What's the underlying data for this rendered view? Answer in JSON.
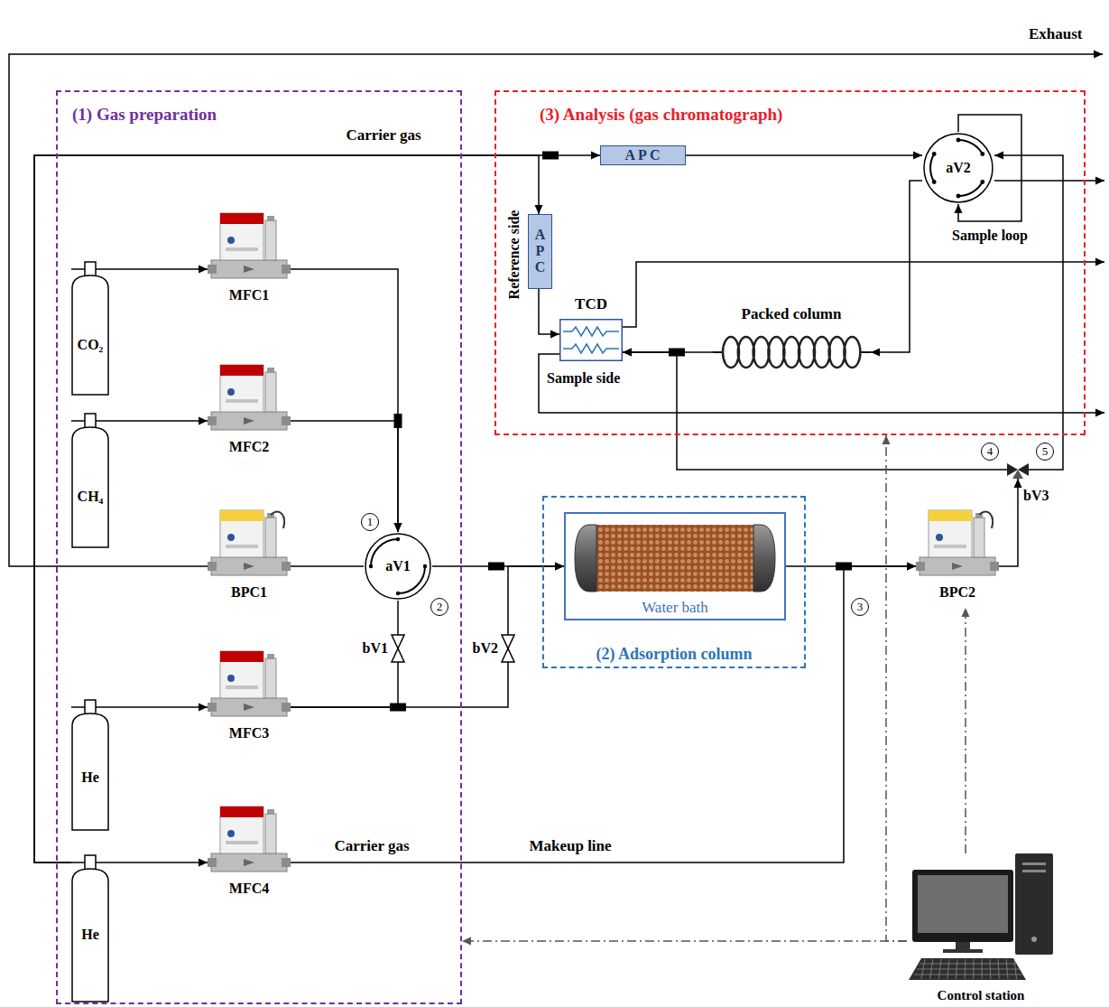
{
  "diagram": {
    "nodes": [
      {
        "text": [
          "(1) Gas preparation"
        ]
      },
      {
        "text": [
          "CO₂"
        ],
        "in": 0
      },
      {
        "text": [
          "MFC1"
        ],
        "in": 0
      },
      {
        "text": [
          "CH₄"
        ],
        "in": 0
      },
      {
        "text": [
          "MFC2"
        ],
        "in": 0
      },
      {
        "text": [
          "BPC1"
        ],
        "in": 0
      },
      {
        "text": [
          "aV1"
        ],
        "in": 0
      },
      {
        "text": [
          "bV1"
        ],
        "in": 0
      },
      {
        "text": [
          "He"
        ],
        "in": 0
      },
      {
        "text": [
          "MFC3"
        ],
        "in": 0
      },
      {
        "text": [
          "He"
        ],
        "in": 0
      },
      {
        "text": [
          "MFC4"
        ],
        "in": 0
      },
      {
        "text": [
          "(3) Analysis (gas chromatograph)"
        ]
      },
      {
        "text": [
          "A P C"
        ],
        "in": 12
      },
      {
        "text": [
          "aV2"
        ],
        "in": 12
      },
      {
        "text": [
          "A P C"
        ],
        "in": 12
      },
      {
        "text": [
          "TCD"
        ],
        "in": 12
      },
      {
        "text": [
          "Packed column"
        ],
        "in": 12
      },
      {
        "text": [
          "(2) Adsorption column"
        ]
      },
      {
        "text": [
          "Water bath"
        ],
        "in": 18
      },
      {
        "text": [
          "bV2"
        ]
      },
      {
        "text": [
          "BPC2"
        ]
      },
      {
        "text": [
          "bV3"
        ]
      },
      {
        "text": [
          "Control station"
        ]
      }
    ],
    "edges": [
      {
        "from": 1,
        "to": 2,
        "arrow": "to"
      },
      {
        "from": 3,
        "to": 4,
        "arrow": "to"
      },
      {
        "from": 2,
        "to": 6,
        "arrow": "to"
      },
      {
        "from": 4,
        "to": 6,
        "arrow": "to"
      },
      {
        "from": 5,
        "to": 6,
        "arrow": "none"
      },
      {
        "from": 6,
        "to": 19,
        "arrow": "to"
      },
      {
        "from": 8,
        "to": 9,
        "arrow": "to"
      },
      {
        "from": 9,
        "to": 7,
        "arrow": "none"
      },
      {
        "from": 9,
        "to": 20,
        "arrow": "none"
      },
      {
        "from": 7,
        "to": 6,
        "arrow": "none"
      },
      {
        "from": 20,
        "to": 19,
        "arrow": "to"
      },
      {
        "from": 10,
        "to": 11,
        "arrow": "to"
      },
      {
        "from": 10,
        "to": 13,
        "arrow": "to"
      },
      {
        "from": 10,
        "to": 15,
        "arrow": "to"
      },
      {
        "from": 13,
        "to": 14,
        "arrow": "to"
      },
      {
        "from": 15,
        "to": 16,
        "arrow": "to"
      },
      {
        "from": 14,
        "to": 17,
        "arrow": "to"
      },
      {
        "from": 17,
        "to": 16,
        "arrow": "to"
      },
      {
        "from": 19,
        "to": 21,
        "arrow": "to"
      },
      {
        "from": 11,
        "to": 21,
        "arrow": "to",
        "label": "Makeup line"
      },
      {
        "from": 21,
        "to": 22,
        "arrow": "to"
      },
      {
        "from": 22,
        "to": 16,
        "arrow": "to"
      },
      {
        "from": 22,
        "to": 14,
        "arrow": "to"
      },
      {
        "from": 23,
        "to": 0,
        "arrow": "to"
      },
      {
        "from": 23,
        "to": 12,
        "arrow": "to"
      },
      {
        "from": 23,
        "to": 21,
        "arrow": "to"
      }
    ],
    "labels": [
      "Exhaust",
      "Carrier gas",
      "Carrier gas",
      "Reference side",
      "Sample side",
      "Sample loop",
      "1",
      "2",
      "3",
      "4",
      "5"
    ]
  }
}
